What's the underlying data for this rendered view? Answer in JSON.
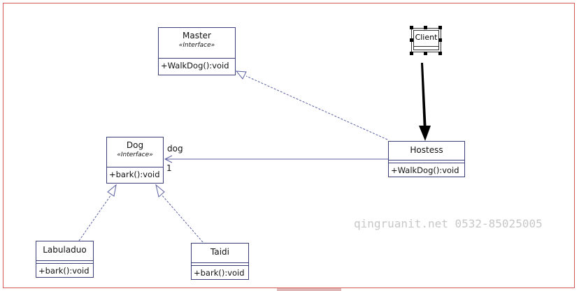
{
  "classes": {
    "master": {
      "name": "Master",
      "stereotype": "«Interface»",
      "operation": "+WalkDog():void"
    },
    "dog": {
      "name": "Dog",
      "stereotype": "«Interface»",
      "operation": "+bark():void"
    },
    "hostess": {
      "name": "Hostess",
      "operation": "+WalkDog():void"
    },
    "labuladuo": {
      "name": "Labuladuo",
      "operation": "+bark():void"
    },
    "taidi": {
      "name": "Taidi",
      "operation": "+bark():void"
    },
    "client": {
      "name": "Client"
    }
  },
  "association": {
    "role": "dog",
    "multiplicity": "1"
  },
  "watermark": "qingruanit.net 0532-85025005",
  "colors": {
    "border": "#3a3f7a",
    "frame": "#d65a5a",
    "arrow": "#000000"
  }
}
